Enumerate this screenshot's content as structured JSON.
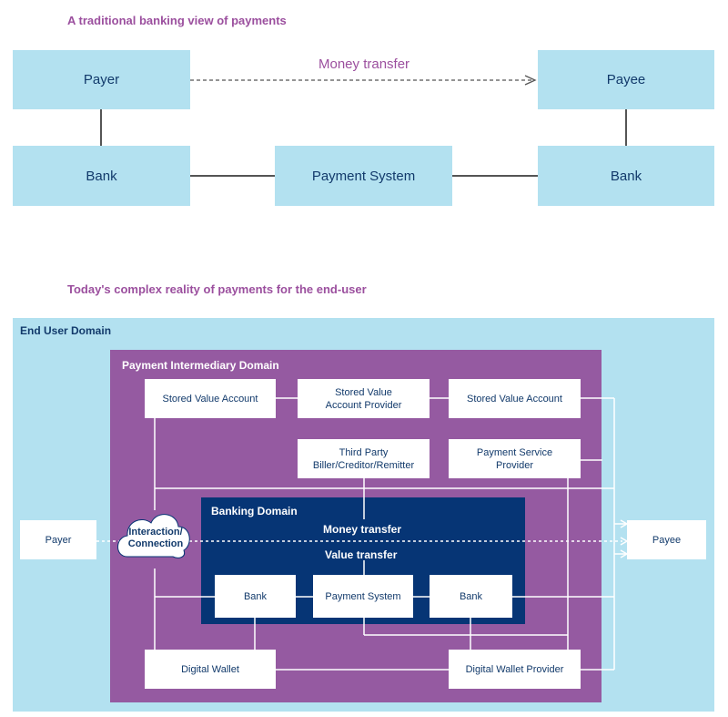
{
  "traditional": {
    "title": "A traditional banking view of payments",
    "payer": "Payer",
    "payee": "Payee",
    "money_transfer": "Money transfer",
    "bank_left": "Bank",
    "payment_system": "Payment System",
    "bank_right": "Bank"
  },
  "complex": {
    "title": "Today's complex reality of payments for the end-user",
    "end_user_domain": "End User Domain",
    "intermediary_domain": "Payment Intermediary Domain",
    "banking_domain": "Banking Domain",
    "stored_value_account_left": "Stored Value Account",
    "stored_value_provider_l1": "Stored Value",
    "stored_value_provider_l2": "Account Provider",
    "stored_value_account_right": "Stored Value Account",
    "third_party_l1": "Third Party",
    "third_party_l2": "Biller/Creditor/Remitter",
    "psp_l1": "Payment Service",
    "psp_l2": "Provider",
    "payer": "Payer",
    "payee": "Payee",
    "interaction_l1": "Interaction/",
    "interaction_l2": "Connection",
    "money_transfer": "Money transfer",
    "value_transfer": "Value transfer",
    "bank_left": "Bank",
    "payment_system": "Payment System",
    "bank_right": "Bank",
    "digital_wallet": "Digital Wallet",
    "digital_wallet_provider": "Digital Wallet Provider"
  },
  "colors": {
    "heading": "#9b4f9e",
    "light_blue": "#b3e1f0",
    "intermediary_purple": "#955aa1",
    "banking_navy": "#063575",
    "dark_text": "#123a6b"
  }
}
